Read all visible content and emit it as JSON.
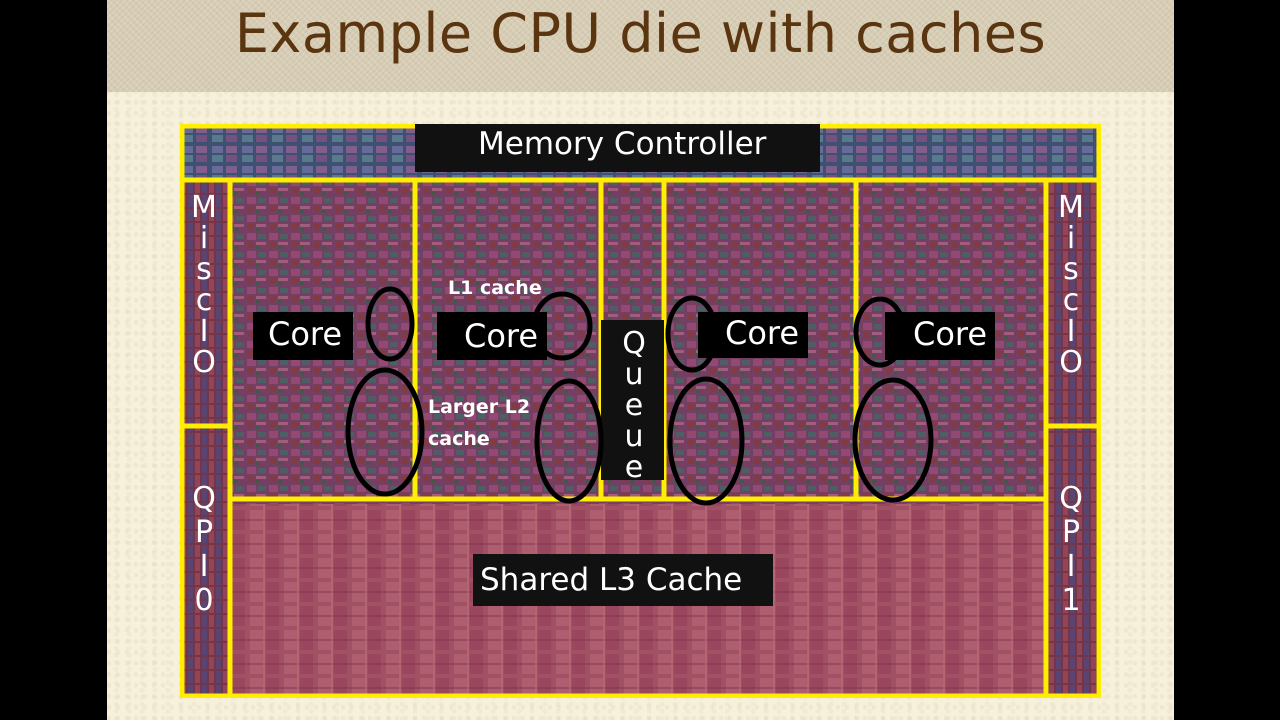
{
  "title": "Example CPU die with caches",
  "labels": {
    "memory_controller": "Memory Controller",
    "core_1": "Core",
    "core_2": "Core",
    "core_3": "Core",
    "core_4": "Core",
    "l1_cache": "L1 cache",
    "l2_cache_line1": "Larger L2",
    "l2_cache_line2": "cache",
    "queue": "Queue",
    "shared_l3": "Shared L3 Cache",
    "misc_io_left": "MiscIO",
    "misc_io_right": "MiscIO",
    "qpi_0": "QPI0",
    "qpi_1": "QPI1"
  },
  "colors": {
    "title": "#5a3510",
    "die_border": "#ffee00",
    "ellipse": "#000000",
    "die_base": "#6a3a58"
  }
}
